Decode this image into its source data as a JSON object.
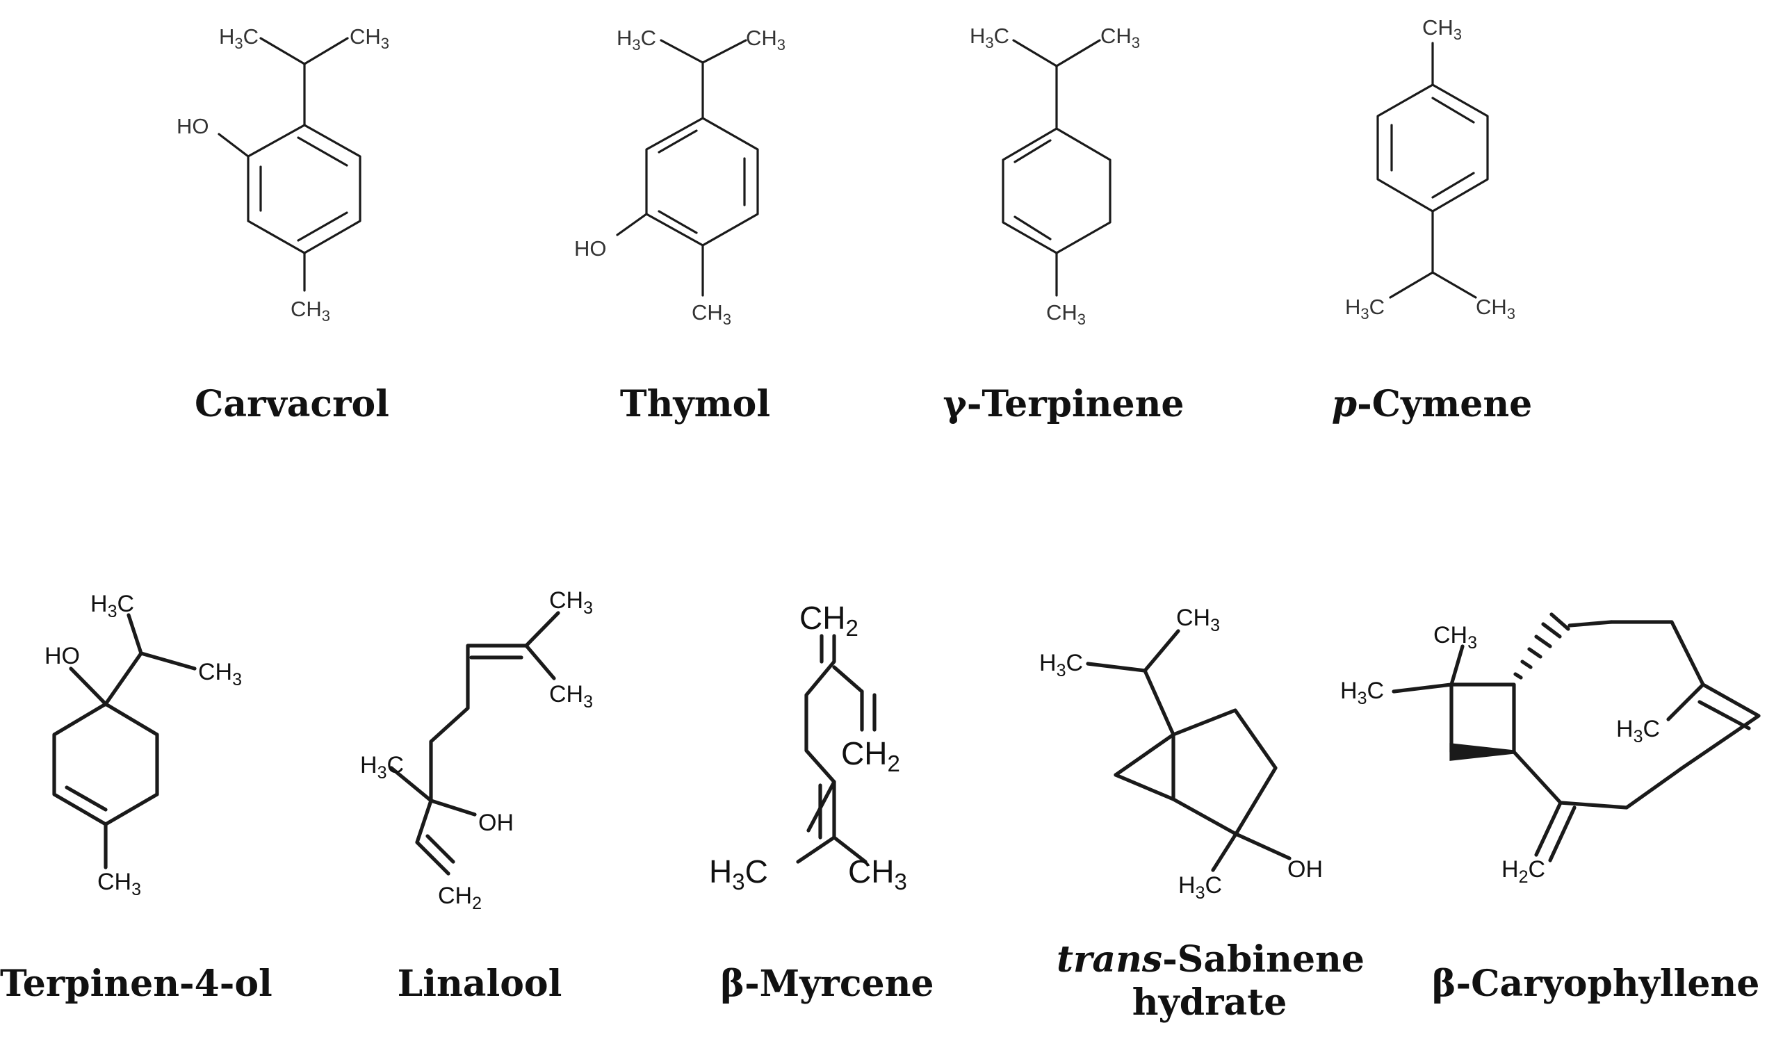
{
  "compounds": [
    {
      "name": "Carvacrol"
    },
    {
      "name": "Thymol"
    },
    {
      "name": "γ-Terpinene"
    },
    {
      "prefix": "p",
      "name": "-Cymene"
    },
    {
      "name": "Terpinen-4-ol"
    },
    {
      "name": "Linalool"
    },
    {
      "name": "β-Myrcene"
    },
    {
      "prefix": "trans",
      "name": "-Sabinene",
      "name_line2": "hydrate"
    },
    {
      "name": "β-Caryophyllene"
    }
  ],
  "labels": {
    "H3C": "H3C",
    "CH3": "CH3",
    "CH2": "CH2",
    "H2C": "H2C",
    "HO": "HO",
    "OH": "OH"
  }
}
